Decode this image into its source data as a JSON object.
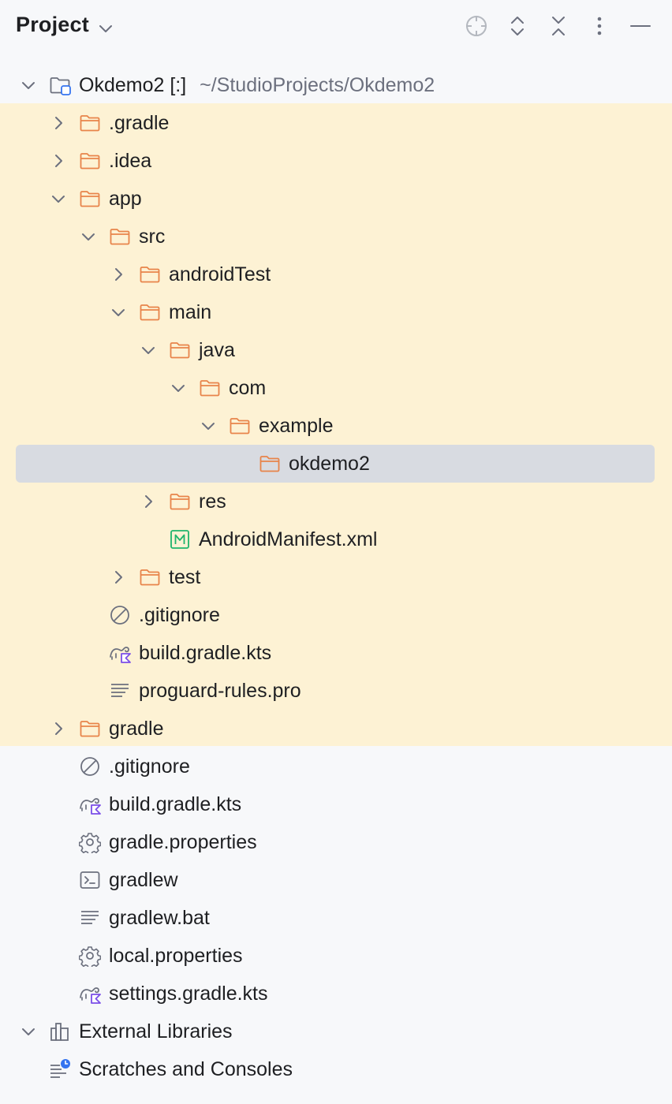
{
  "header": {
    "title": "Project",
    "buttons": [
      "locate-icon",
      "expand-all-icon",
      "collapse-all-icon",
      "more-icon",
      "minimize-icon"
    ]
  },
  "colors": {
    "highlight": "#fdf2d4",
    "selected": "#d8dbe1",
    "folder": "#e8844a",
    "hint": "#6c707e",
    "kotlin": "#7b4ee8",
    "manifest": "#1fb46c"
  },
  "tree": [
    {
      "label": "Okdemo2 [:]",
      "hint": "~/StudioProjects/Okdemo2",
      "icon": "module-icon",
      "level": 0,
      "expanded": true
    },
    {
      "label": ".gradle",
      "icon": "folder-icon",
      "level": 1,
      "expanded": false
    },
    {
      "label": ".idea",
      "icon": "folder-icon",
      "level": 1,
      "expanded": false
    },
    {
      "label": "app",
      "icon": "folder-icon",
      "level": 1,
      "expanded": true
    },
    {
      "label": "src",
      "icon": "folder-icon",
      "level": 2,
      "expanded": true
    },
    {
      "label": "androidTest",
      "icon": "folder-icon",
      "level": 3,
      "expanded": false
    },
    {
      "label": "main",
      "icon": "folder-icon",
      "level": 3,
      "expanded": true
    },
    {
      "label": "java",
      "icon": "folder-icon",
      "level": 4,
      "expanded": true
    },
    {
      "label": "com",
      "icon": "folder-icon",
      "level": 5,
      "expanded": true
    },
    {
      "label": "example",
      "icon": "folder-icon",
      "level": 6,
      "expanded": true
    },
    {
      "label": "okdemo2",
      "icon": "folder-icon",
      "level": 7,
      "selected": true
    },
    {
      "label": "res",
      "icon": "folder-icon",
      "level": 4,
      "expanded": false
    },
    {
      "label": "AndroidManifest.xml",
      "icon": "manifest-icon",
      "level": 4
    },
    {
      "label": "test",
      "icon": "folder-icon",
      "level": 3,
      "expanded": false
    },
    {
      "label": ".gitignore",
      "icon": "ignored-file-icon",
      "level": 2
    },
    {
      "label": "build.gradle.kts",
      "icon": "gradle-kotlin-icon",
      "level": 2
    },
    {
      "label": "proguard-rules.pro",
      "icon": "text-file-icon",
      "level": 2
    },
    {
      "label": "gradle",
      "icon": "folder-icon",
      "level": 1,
      "expanded": false
    },
    {
      "label": ".gitignore",
      "icon": "ignored-file-icon",
      "level": 1
    },
    {
      "label": "build.gradle.kts",
      "icon": "gradle-kotlin-icon",
      "level": 1
    },
    {
      "label": "gradle.properties",
      "icon": "settings-file-icon",
      "level": 1
    },
    {
      "label": "gradlew",
      "icon": "terminal-file-icon",
      "level": 1
    },
    {
      "label": "gradlew.bat",
      "icon": "text-file-icon",
      "level": 1
    },
    {
      "label": "local.properties",
      "icon": "settings-file-icon",
      "level": 1
    },
    {
      "label": "settings.gradle.kts",
      "icon": "gradle-kotlin-icon",
      "level": 1
    },
    {
      "label": "External Libraries",
      "icon": "libraries-icon",
      "level": 0,
      "expanded": true
    },
    {
      "label": "Scratches and Consoles",
      "icon": "scratches-icon",
      "level": 0
    }
  ]
}
